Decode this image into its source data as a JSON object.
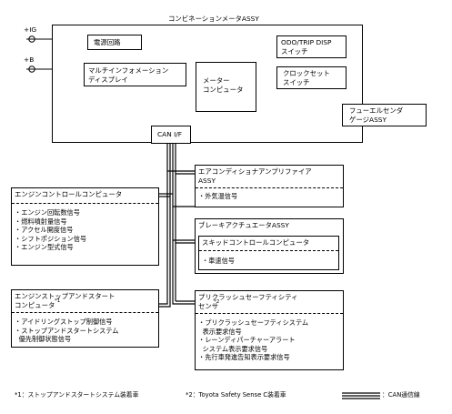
{
  "title": "コンビネーションメータASSY",
  "power_inputs": [
    "+IG",
    "+B"
  ],
  "meter": {
    "power_circuit": "電源回路",
    "mid_display": "マルチインフォメーション\nディスプレイ",
    "computer": "メーター\nコンピュータ",
    "odo_switch": "ODO/TRIP DISP\nスイッチ",
    "clock_switch": "クロックセット\nスイッチ",
    "can_if": "CAN I/F"
  },
  "fuel_gauge": "フューエルセンダ\nゲージASSY",
  "aircon": {
    "title": "エアコンディショナアンプリファイア\nASSY",
    "signals": "・外気温信号"
  },
  "engine": {
    "title": "エンジンコントロールコンピュータ",
    "signals": "・エンジン回転数信号\n・燃料噴射量信号\n・アクセル開度信号\n・シフトポジション信号\n・エンジン型式信号"
  },
  "brake": {
    "title": "ブレーキアクチュエータASSY",
    "skid": "スキッドコントロールコンピュータ",
    "signals": "・車速信号"
  },
  "stopstart": {
    "title": "エンジンストップアンドスタート\nコンピュータ",
    "mark": "*1",
    "signals": "・アイドリングストップ制御信号\n・ストップアンドスタートシステム\n  優先制御状態信号"
  },
  "precrash": {
    "title": "プリクラッシュセーフティシティ\nセンサ",
    "mark": "*2",
    "signals": "・プリクラッシュセーフティシステム\n  表示要求信号\n・レーンディパーチャーアラート\n  システム表示要求信号\n・先行車発進告知表示要求信号"
  },
  "legend": {
    "note1": "*1：ストップアンドスタートシステム装着車",
    "note2": "*2：Toyota Safety Sense C装着車",
    "can_label": "：CAN通信線"
  }
}
